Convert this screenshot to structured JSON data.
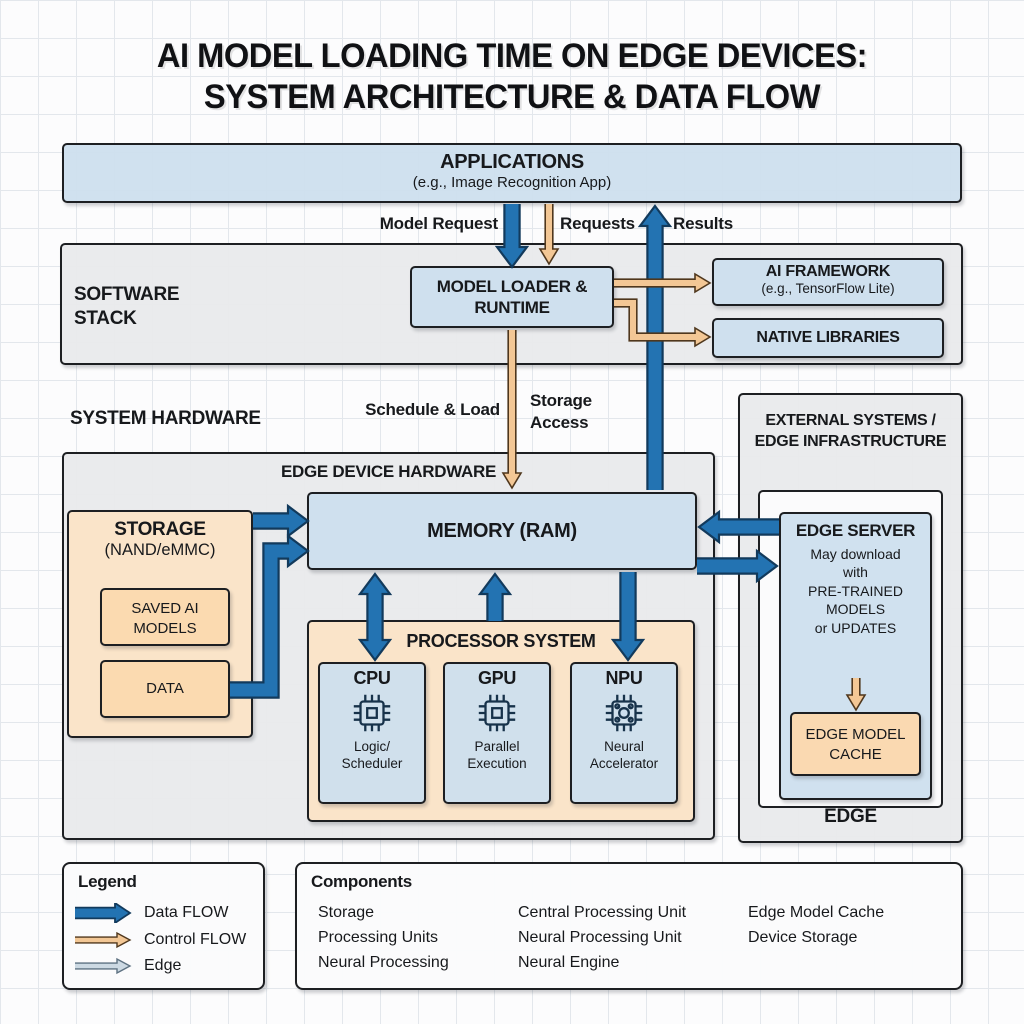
{
  "title": "AI MODEL LOADING TIME ON EDGE DEVICES:\nSYSTEM ARCHITECTURE & DATA FLOW",
  "applications": {
    "title": "APPLICATIONS",
    "subtitle": "(e.g., Image Recognition App)"
  },
  "flow_labels": {
    "model_request": "Model Request",
    "requests": "Requests",
    "results": "Results",
    "schedule_load": "Schedule & Load",
    "storage_access": "Storage\nAccess"
  },
  "software_stack": {
    "label": "SOFTWARE\nSTACK",
    "model_loader": "MODEL LOADER &\nRUNTIME",
    "ai_framework_title": "AI FRAMEWORK",
    "ai_framework_subtitle": "(e.g., TensorFlow Lite)",
    "native_libraries": "NATIVE LIBRARIES"
  },
  "hardware": {
    "section_label": "SYSTEM HARDWARE",
    "board_title": "EDGE DEVICE HARDWARE",
    "storage": {
      "title": "STORAGE",
      "subtitle": "(NAND/eMMC)",
      "saved_models": "SAVED AI\nMODELS",
      "data": "DATA"
    },
    "memory": "MEMORY (RAM)",
    "processor": {
      "title": "PROCESSOR SYSTEM",
      "units": [
        {
          "name": "CPU",
          "desc": "Logic/\nScheduler"
        },
        {
          "name": "GPU",
          "desc": "Parallel\nExecution"
        },
        {
          "name": "NPU",
          "desc": "Neural\nAccelerator"
        }
      ]
    }
  },
  "external": {
    "title": "EXTERNAL SYSTEMS /\nEDGE INFRASTRUCTURE",
    "edge_server_title": "EDGE SERVER",
    "edge_server_body": "May download\nwith\nPRE-TRAINED\nMODELS\nor UPDATES",
    "edge_model_cache": "EDGE MODEL\nCACHE",
    "footer": "EDGE"
  },
  "legend": {
    "title": "Legend",
    "items": [
      {
        "label": "Data FLOW",
        "type": "data"
      },
      {
        "label": "Control FLOW",
        "type": "control"
      },
      {
        "label": "Edge",
        "type": "edge"
      }
    ]
  },
  "components": {
    "title": "Components",
    "col1": [
      "Storage",
      "Processing Units",
      "Neural Processing"
    ],
    "col2": [
      "Central Processing Unit",
      "Neural Processing Unit",
      "Neural Engine"
    ],
    "col3": [
      "Edge Model Cache",
      "Device Storage"
    ]
  },
  "colors": {
    "data_flow": "#2373b2",
    "data_flow_outline": "#123a5c",
    "control_flow": "#f3c795",
    "control_flow_outline": "#4f371d",
    "edge_flow": "#ccd9e3",
    "edge_flow_outline": "#5d7181"
  }
}
